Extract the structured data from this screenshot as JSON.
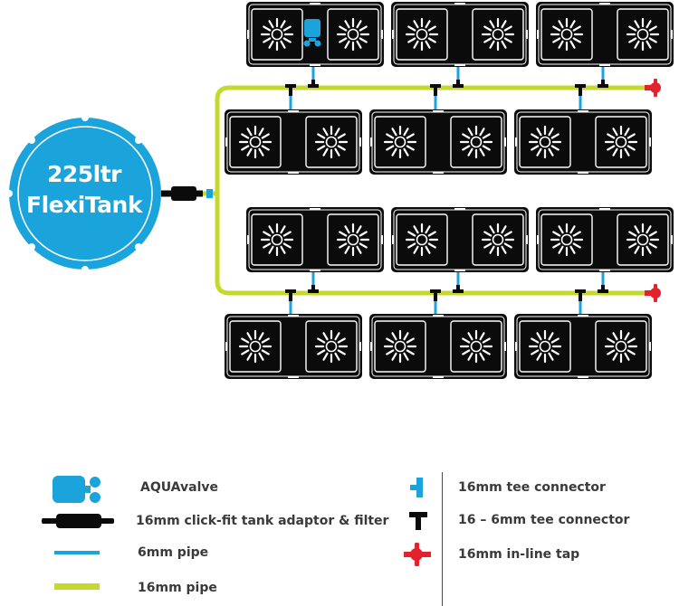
{
  "tank": {
    "line1": "225ltr",
    "line2": "FlexiTank"
  },
  "legend": {
    "left": [
      {
        "icon": "aquavalve-icon",
        "label": "AQUAvalve"
      },
      {
        "icon": "tank-adaptor-filter-icon",
        "label": "16mm click-fit tank adaptor & filter"
      },
      {
        "icon": "6mm-pipe-icon",
        "label": "6mm pipe"
      },
      {
        "icon": "16mm-pipe-icon",
        "label": "16mm pipe"
      }
    ],
    "right": [
      {
        "icon": "16mm-tee-connector-icon",
        "label": "16mm tee connector"
      },
      {
        "icon": "16-6mm-tee-connector-icon",
        "label": "16 – 6mm tee connector"
      },
      {
        "icon": "16mm-inline-tap-icon",
        "label": "16mm in-line tap"
      }
    ]
  },
  "colors": {
    "tank": "#1ba3dc",
    "pipe_16mm": "#c5d92d",
    "pipe_6mm": "#1ba3dc",
    "module": "#0b0b0b",
    "tap": "#e3232b",
    "text": "#3a3a3a"
  }
}
